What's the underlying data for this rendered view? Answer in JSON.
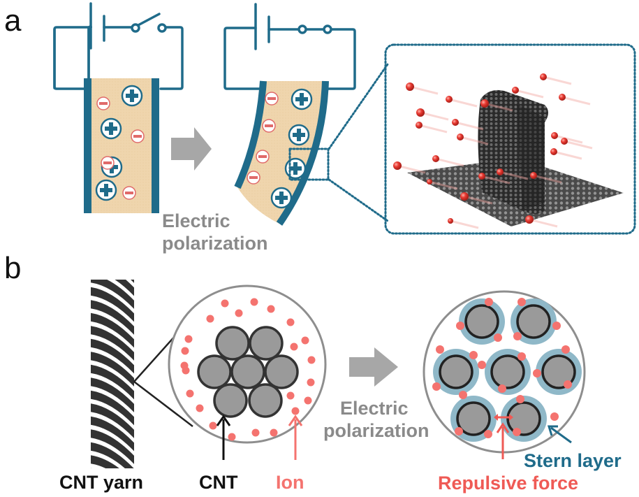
{
  "panels": {
    "a": {
      "label": "a",
      "arrow_caption_line1": "Electric",
      "arrow_caption_line2": "polarization",
      "circuit_color": "#1f6b8a",
      "electrolyte_color": "#efd5ad",
      "cation_symbol": "+",
      "anion_symbol": "−",
      "anion_color": "#e06a6a",
      "states": [
        "switch open",
        "switch closed, bent actuator"
      ],
      "inset_description": "graphene sheet with rolled CNT and red ions"
    },
    "b": {
      "label": "b",
      "arrow_caption_line1": "Electric",
      "arrow_caption_line2": "polarization",
      "labels": {
        "cnt_yarn": "CNT yarn",
        "cnt": "CNT",
        "ion": "Ion",
        "stern_layer": "Stern layer",
        "repulsive_force": "Repulsive force"
      },
      "colors": {
        "ion": "#f4736f",
        "stern": "#8fb8c8",
        "cnt_fill": "#9a9a9a",
        "stern_label": "#1f6b8a",
        "repulsive_label": "#ef5a55",
        "caption_gray": "#8a8a8a"
      }
    }
  }
}
